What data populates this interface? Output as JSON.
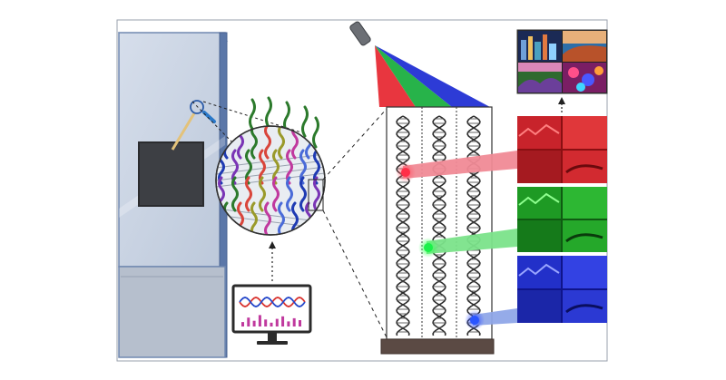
{
  "figure": {
    "icons": {
      "storage_cabinet": "dna-storage-cabinet-icon",
      "magnifier": "magnifier-icon",
      "strand_cluster": "dna-strand-cluster-icon",
      "monitor": "signal-monitor-icon",
      "light_source": "light-projector-icon",
      "helix_panel": "dna-helix-panel-icon",
      "channel_images": "color-channel-images-icon",
      "composite_image": "composite-image-icon"
    },
    "colors": {
      "cabinet_body": "#c9d3e3",
      "cabinet_edge": "#7088b0",
      "cabinet_lower": "#b6bfcd",
      "red_channel": "#e8363f",
      "green_channel": "#27b34a",
      "blue_channel": "#2d3bd6",
      "strand_palette": [
        "#1f3bb3",
        "#7a35b5",
        "#2c7a2c",
        "#d9453b",
        "#9a9a2b",
        "#c0399e",
        "#4a6bd8"
      ],
      "base_plate": "#5b4a44"
    },
    "monitor_bars": [
      0.35,
      0.7,
      0.45,
      0.9,
      0.55,
      0.3,
      0.6,
      0.8,
      0.4,
      0.65,
      0.5
    ]
  }
}
